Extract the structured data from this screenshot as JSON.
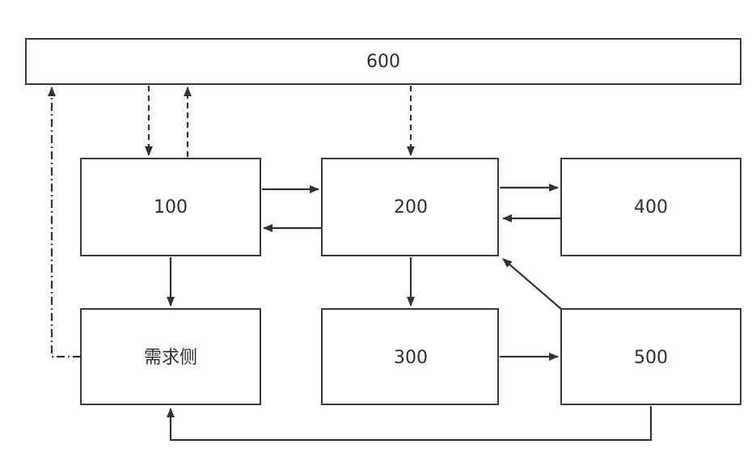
{
  "diagram": {
    "nodes": {
      "n600": "600",
      "n100": "100",
      "n200": "200",
      "n400": "400",
      "n_demand": "需求侧",
      "n300": "300",
      "n500": "500"
    }
  }
}
